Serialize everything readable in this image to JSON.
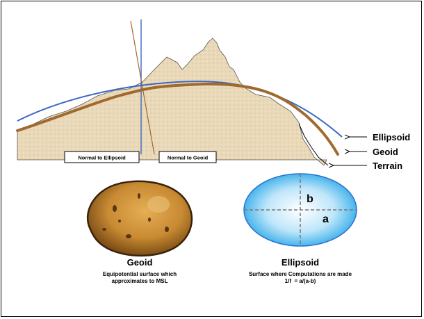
{
  "profile": {
    "normal_to_ellipsoid": "Normal to Ellipsoid",
    "normal_to_geoid": "Normal to Geoid",
    "legend": {
      "ellipsoid": "Ellipsoid",
      "geoid": "Geoid",
      "terrain": "Terrain"
    }
  },
  "geoid_panel": {
    "title": "Geoid",
    "caption_line1": "Equipotential surface which",
    "caption_line2": "approximates to MSL"
  },
  "ellipsoid_panel": {
    "title": "Ellipsoid",
    "caption_line1": "Surface where Computations are made",
    "caption_line2": "1/f  = a/(a-b)",
    "axis_a": "a",
    "axis_b": "b"
  },
  "colors": {
    "terrain_fill": "#e8d8b8",
    "geoid_line": "#a0692e",
    "ellipsoid_line": "#3a66c4",
    "ellipse_fill_center": "#ffffff",
    "ellipse_fill_edge": "#2aa8e8",
    "potato": "#c88a32"
  }
}
